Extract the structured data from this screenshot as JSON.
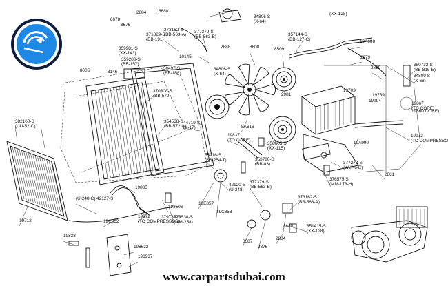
{
  "watermark_text": "www.carpartsdubai.com",
  "colors": {
    "logo_blue": "#1e88e5",
    "logo_ring": "#0d1b3d",
    "ink": "#111111"
  },
  "callouts": [
    "2884",
    "8680",
    "8678",
    "8676",
    "371829-S (BB-191)",
    "373162-S (BB-563-A)",
    "377379-S (BB-563-B)",
    "359981-S (XX-143)",
    "359280-S (BB-157)",
    "10145",
    "2888",
    "34806-S (X-64)",
    "357144-S (BB-127-C)",
    "8600",
    "8509",
    "(XX-128)",
    "19A688",
    "2979",
    "8005",
    "8146",
    "30497-S (BB-158)",
    "34806-S (X-64)",
    "2889",
    "380732-S (BB-815-E)",
    "34809-S (X-68)",
    "370608-S (BB-579)",
    "19703",
    "19759",
    "19994",
    "354538-S (BB-572-A)",
    "2981",
    "19867 (TO CORE)",
    "19860 CORE)",
    "382160-S (UU-52-C)",
    "44719-S (X-17)",
    "8A616",
    "358605-S (XX-115)",
    "19972 (TO COMPRESSOR)",
    "19837 (TO CORE)",
    "19A990",
    "55916-S (BB-254-T)",
    "359780-S (BB-83)",
    "376575-S (MM-173-H)",
    "2881",
    "19835",
    "377278-S (WW-6-E)",
    "373162-S (BB-563-A)",
    "377379-S (BB-563-B)",
    "19E857",
    "42120-S (U-248)",
    "(U-248-C) 42127-S",
    "198596",
    "19C862",
    "19C858",
    "373530-S (MM-258)",
    "19972 (TO COMPRESSOR)",
    "379737-S",
    "19712",
    "8680",
    "351415-S (XX-128)",
    "19838",
    "198632",
    "198937",
    "8687",
    "2876",
    "2884"
  ]
}
